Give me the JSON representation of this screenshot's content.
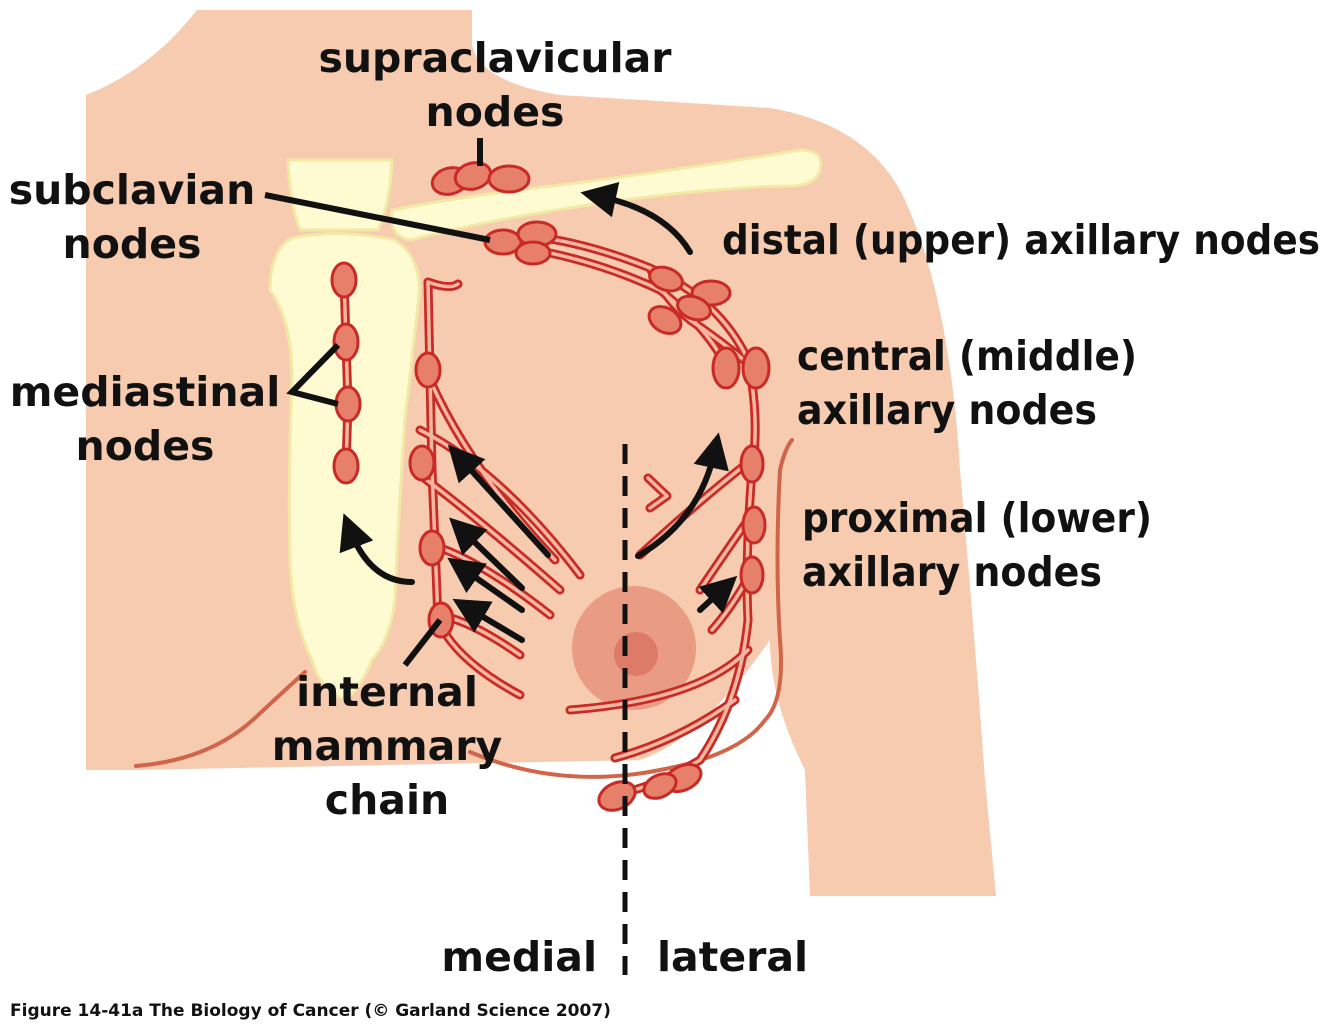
{
  "labels": {
    "supraclavicular_1": "supraclavicular",
    "supraclavicular_2": "nodes",
    "subclavian_1": "subclavian",
    "subclavian_2": "nodes",
    "distal": "distal (upper) axillary nodes",
    "central_1": "central (middle)",
    "central_2": "axillary nodes",
    "mediastinal_1": "mediastinal",
    "mediastinal_2": "nodes",
    "proximal_1": "proximal (lower)",
    "proximal_2": "axillary nodes",
    "internal_1": "internal",
    "internal_2": "mammary",
    "internal_3": "chain",
    "medial": "medial",
    "lateral": "lateral"
  },
  "caption": "Figure 14-41a  The Biology of Cancer (© Garland Science 2007)",
  "colors": {
    "skin": "#f6cbb0",
    "bone": "#fefbd2",
    "vessel": "#c92a25",
    "node": "#e7806a",
    "areola": "#e99b84",
    "nipple": "#de7a68",
    "text": "#111111"
  }
}
